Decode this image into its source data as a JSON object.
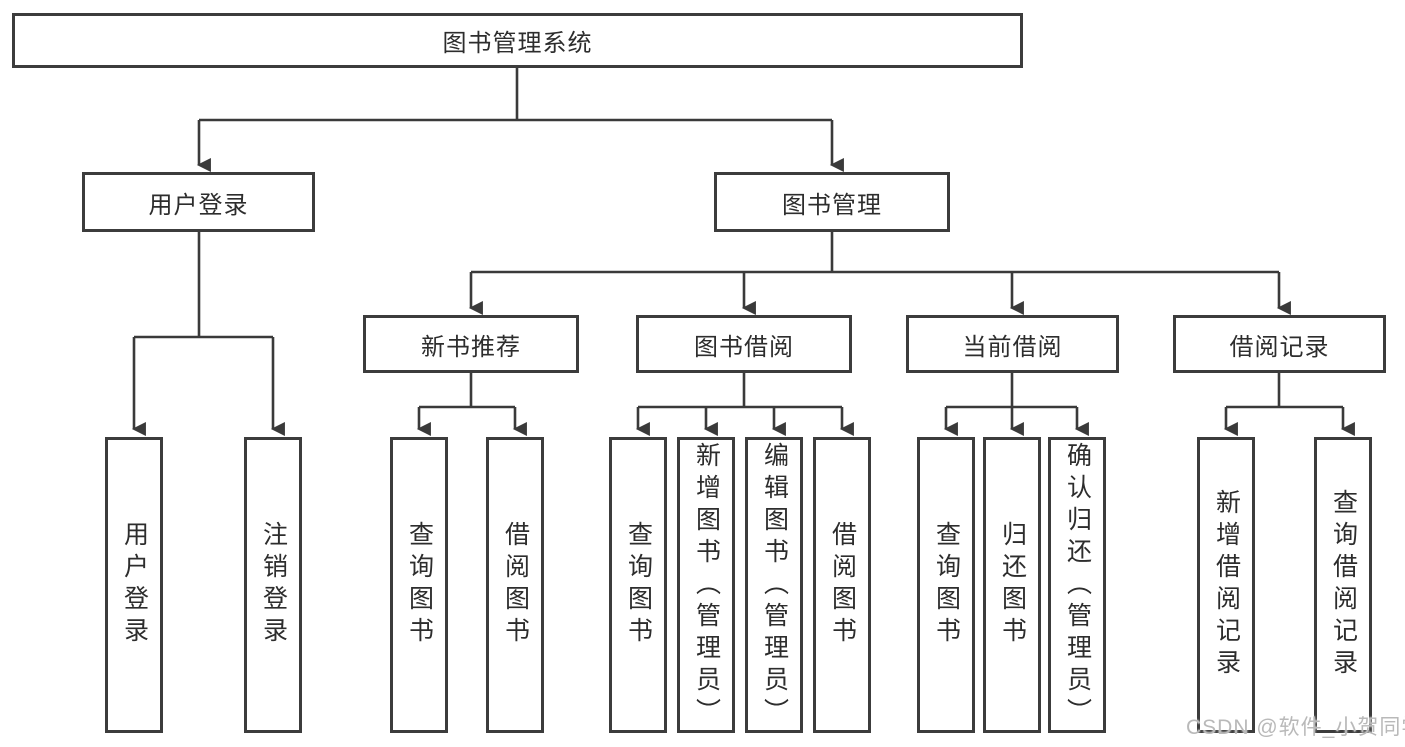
{
  "page": {
    "background": "#ffffff",
    "watermark": "CSDN @软件_小贺同学"
  },
  "colors": {
    "line": "#3a3a3a",
    "box_border": "#3c3c3c",
    "text": "#2d2d2d",
    "watermark": "#b9b9b9"
  },
  "diagram": {
    "type": "hierarchy-tree",
    "root": {
      "label": "图书管理系统"
    },
    "branches": [
      {
        "label": "用户登录",
        "children": [
          {
            "label": "用户登录"
          },
          {
            "label": "注销登录"
          }
        ]
      },
      {
        "label": "图书管理",
        "children": [
          {
            "label": "新书推荐",
            "children": [
              {
                "label": "查询图书"
              },
              {
                "label": "借阅图书"
              }
            ]
          },
          {
            "label": "图书借阅",
            "children": [
              {
                "label": "查询图书"
              },
              {
                "label": "新增图书（管理员）"
              },
              {
                "label": "编辑图书（管理员）"
              },
              {
                "label": "借阅图书"
              }
            ]
          },
          {
            "label": "当前借阅",
            "children": [
              {
                "label": "查询图书"
              },
              {
                "label": "归还图书"
              },
              {
                "label": "确认归还（管理员）"
              }
            ]
          },
          {
            "label": "借阅记录",
            "children": [
              {
                "label": "新增借阅记录"
              },
              {
                "label": "查询借阅记录"
              }
            ]
          }
        ]
      }
    ]
  }
}
